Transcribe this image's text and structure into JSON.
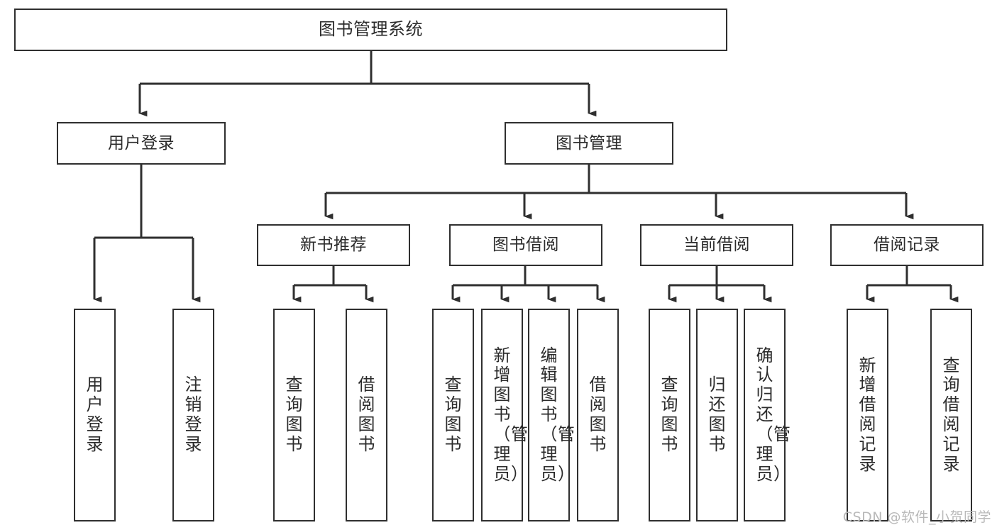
{
  "diagram": {
    "title": "图书管理系统",
    "type": "tree",
    "watermark": "CSDN @软件_小贺同学",
    "colors": {
      "node_border": "#2f2f2f",
      "node_fill": "#ffffff",
      "edge": "#2f2f2f",
      "text": "#2b2b2b",
      "watermark": "#b9b9b9"
    },
    "levels": {
      "root": {
        "label": "图书管理系统"
      },
      "level2": [
        {
          "label": "用户登录"
        },
        {
          "label": "图书管理"
        }
      ],
      "level3": [
        {
          "label": "新书推荐"
        },
        {
          "label": "图书借阅"
        },
        {
          "label": "当前借阅"
        },
        {
          "label": "借阅记录"
        }
      ],
      "leaves": {
        "user_login": [
          {
            "label": "用户登录"
          },
          {
            "label": "注销登录"
          }
        ],
        "new_book_recommend": [
          {
            "label": "查询图书"
          },
          {
            "label": "借阅图书"
          }
        ],
        "book_borrow": [
          {
            "label": "查询图书"
          },
          {
            "label": "新增图书（管理员）"
          },
          {
            "label": "编辑图书（管理员）"
          },
          {
            "label": "借阅图书"
          }
        ],
        "current_borrow": [
          {
            "label": "查询图书"
          },
          {
            "label": "归还图书"
          },
          {
            "label": "确认归还（管理员）"
          }
        ],
        "borrow_record": [
          {
            "label": "新增借阅记录"
          },
          {
            "label": "查询借阅记录"
          }
        ]
      }
    }
  }
}
